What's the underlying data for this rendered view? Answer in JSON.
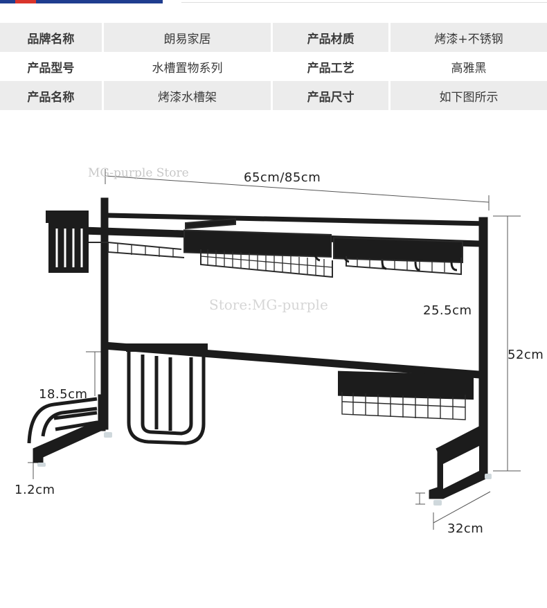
{
  "specs": {
    "rows": [
      [
        {
          "label": "品牌名称",
          "value": "朗易家居"
        },
        {
          "label": "产品材质",
          "value": "烤漆+不锈钢"
        }
      ],
      [
        {
          "label": "产品型号",
          "value": "水槽置物系列"
        },
        {
          "label": "产品工艺",
          "value": "高雅黑"
        }
      ],
      [
        {
          "label": "产品名称",
          "value": "烤漆水槽架"
        },
        {
          "label": "产品尺寸",
          "value": "如下图所示"
        }
      ]
    ]
  },
  "dimensions": {
    "width": "65cm/85cm",
    "height": "52cm",
    "shelf_gap": "25.5cm",
    "hook_height": "18.5cm",
    "foot_height": "1.2cm",
    "depth": "32cm"
  },
  "watermarks": {
    "store_1": "MG-purple Store",
    "store_2": "Store:MG-purple"
  },
  "colors": {
    "header_blue": "#1f3d8f",
    "header_red": "#d9342b",
    "table_shade": "#ececec",
    "rack_black": "#1c1c1c"
  }
}
